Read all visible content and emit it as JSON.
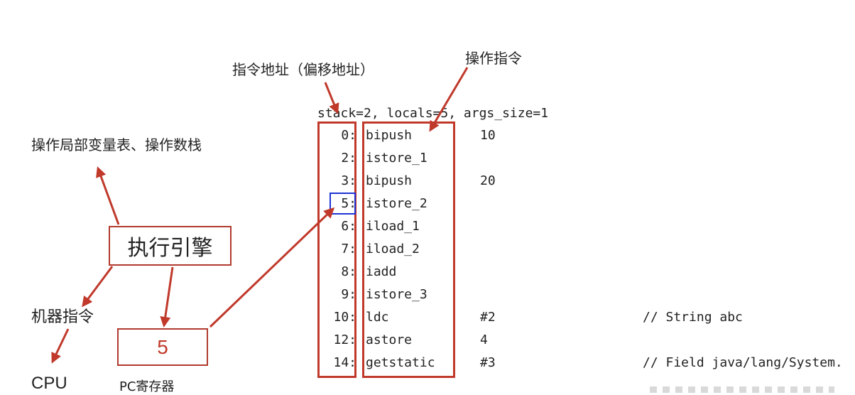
{
  "labels": {
    "instruction_address": "指令地址（偏移地址）",
    "operation_instruction": "操作指令",
    "locals_and_stack": "操作局部变量表、操作数栈",
    "machine_instruction": "机器指令",
    "cpu": "CPU",
    "pc_register": "PC寄存器"
  },
  "execution_engine": {
    "label": "执行引擎"
  },
  "pc_register": {
    "value": "5"
  },
  "bytecode": {
    "header": "stack=2, locals=5, args_size=1",
    "rows": [
      {
        "addr": "0:",
        "op": "bipush",
        "operand": "10",
        "comment": ""
      },
      {
        "addr": "2:",
        "op": "istore_1",
        "operand": "",
        "comment": ""
      },
      {
        "addr": "3:",
        "op": "bipush",
        "operand": "20",
        "comment": ""
      },
      {
        "addr": "5:",
        "op": "istore_2",
        "operand": "",
        "comment": ""
      },
      {
        "addr": "6:",
        "op": "iload_1",
        "operand": "",
        "comment": ""
      },
      {
        "addr": "7:",
        "op": "iload_2",
        "operand": "",
        "comment": ""
      },
      {
        "addr": "8:",
        "op": "iadd",
        "operand": "",
        "comment": ""
      },
      {
        "addr": "9:",
        "op": "istore_3",
        "operand": "",
        "comment": ""
      },
      {
        "addr": "10:",
        "op": "ldc",
        "operand": "#2",
        "comment": "// String abc"
      },
      {
        "addr": "12:",
        "op": "astore",
        "operand": "4",
        "comment": ""
      },
      {
        "addr": "14:",
        "op": "getstatic",
        "operand": "#3",
        "comment": "// Field java/lang/System."
      }
    ],
    "highlighted_addr": "5:"
  },
  "colors": {
    "arrow_red": "#c0392b",
    "box_red": "#b03a2e",
    "highlight_blue": "#1d34d6"
  }
}
